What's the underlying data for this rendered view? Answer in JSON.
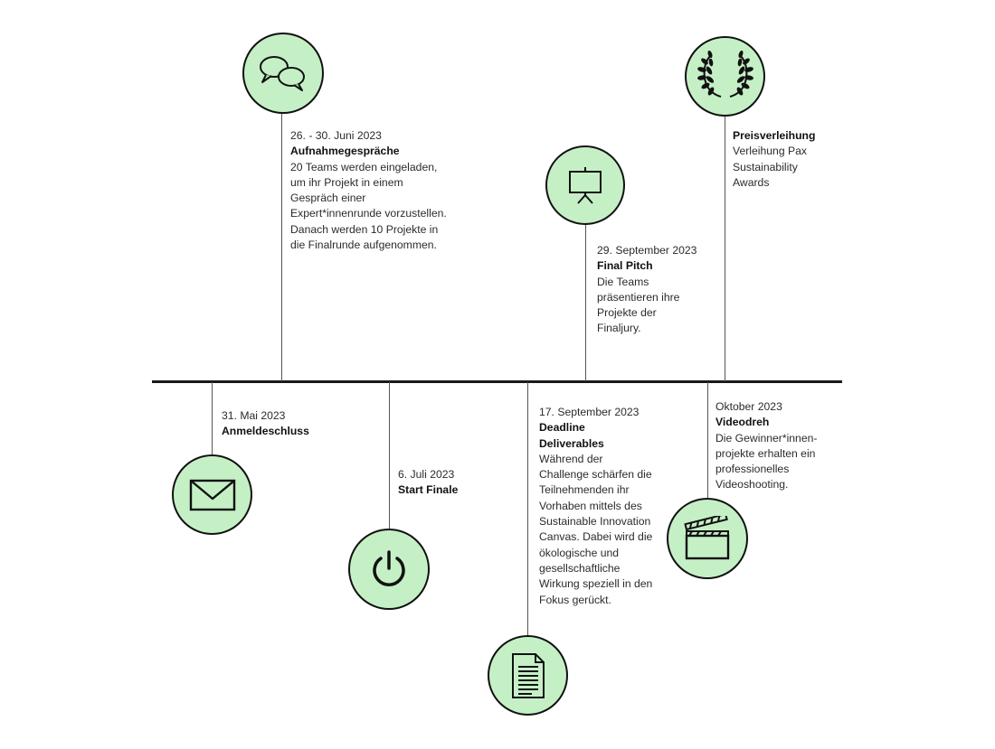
{
  "colors": {
    "circle_fill": "#c5f0c6",
    "stroke": "#111111",
    "timeline": "#1a1a1a"
  },
  "events": [
    {
      "id": "aufnahmegespraeche",
      "position": "above",
      "icon": "speech-bubbles-icon",
      "date": "26. - 30. Juni 2023",
      "title": "Aufnahmegespräche",
      "desc": "20 Teams werden eingeladen, um ihr Projekt in einem Gespräch einer Expert*innenrunde vorzustellen. Danach werden 10 Projekte in die Finalrunde aufgenommen."
    },
    {
      "id": "final-pitch",
      "position": "above",
      "icon": "presentation-board-icon",
      "date": "29. September 2023",
      "title": "Final Pitch",
      "desc": "Die Teams präsentieren ihre Projekte der Finaljury."
    },
    {
      "id": "preisverleihung",
      "position": "above",
      "icon": "laurel-wreath-icon",
      "date": "",
      "title": "Preisverleihung",
      "desc": "Verleihung Pax Sustainability Awards"
    },
    {
      "id": "anmeldeschluss",
      "position": "below",
      "icon": "envelope-icon",
      "date": "31. Mai 2023",
      "title": "Anmeldeschluss",
      "desc": ""
    },
    {
      "id": "start-finale",
      "position": "below",
      "icon": "power-icon",
      "date": "6. Juli 2023",
      "title": "Start Finale",
      "desc": ""
    },
    {
      "id": "deadline-deliverables",
      "position": "below",
      "icon": "document-icon",
      "date": "17. September 2023",
      "title": "Deadline Deliverables",
      "desc": "Während der Challenge schärfen die Teilnehmenden ihr Vorhaben mittels des Sustainable Innovation Canvas. Dabei wird die ökologische und gesellschaftliche Wirkung speziell in den Fokus gerückt."
    },
    {
      "id": "videodreh",
      "position": "below",
      "icon": "clapperboard-icon",
      "date": "Oktober 2023",
      "title": "Videodreh",
      "desc": "Die Gewinner*innen-projekte erhalten ein professionelles Videoshooting."
    }
  ]
}
